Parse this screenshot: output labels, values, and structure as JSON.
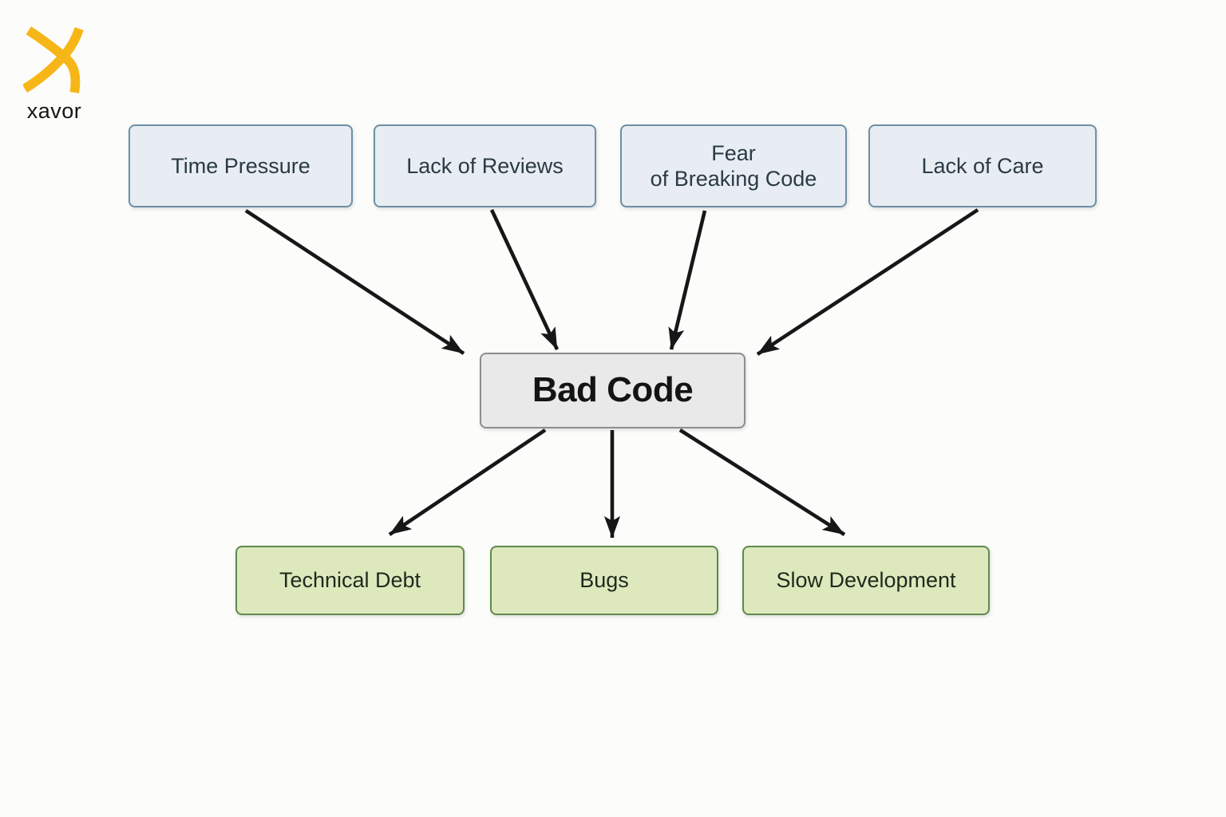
{
  "brand": {
    "name": "xavor",
    "logo_color": "#F7B617"
  },
  "diagram": {
    "type": "cause-effect-flowchart",
    "center": {
      "label": "Bad Code"
    },
    "causes": [
      {
        "label": "Time Pressure"
      },
      {
        "label": "Lack of Reviews"
      },
      {
        "label": "Fear\nof Breaking Code"
      },
      {
        "label": "Lack of Care"
      }
    ],
    "effects": [
      {
        "label": "Technical Debt"
      },
      {
        "label": "Bugs"
      },
      {
        "label": "Slow Development"
      }
    ],
    "edges": [
      {
        "from": "Time Pressure",
        "to": "Bad Code"
      },
      {
        "from": "Lack of Reviews",
        "to": "Bad Code"
      },
      {
        "from": "Fear of Breaking Code",
        "to": "Bad Code"
      },
      {
        "from": "Lack of Care",
        "to": "Bad Code"
      },
      {
        "from": "Bad Code",
        "to": "Technical Debt"
      },
      {
        "from": "Bad Code",
        "to": "Bugs"
      },
      {
        "from": "Bad Code",
        "to": "Slow Development"
      }
    ],
    "colors": {
      "cause_fill": "#E7EDF2",
      "cause_border": "#6D90A5",
      "center_fill": "#E9E9E9",
      "center_border": "#8D8D8D",
      "effect_fill": "#DDE9BD",
      "effect_border": "#5E8A4B",
      "arrow": "#171717"
    }
  }
}
